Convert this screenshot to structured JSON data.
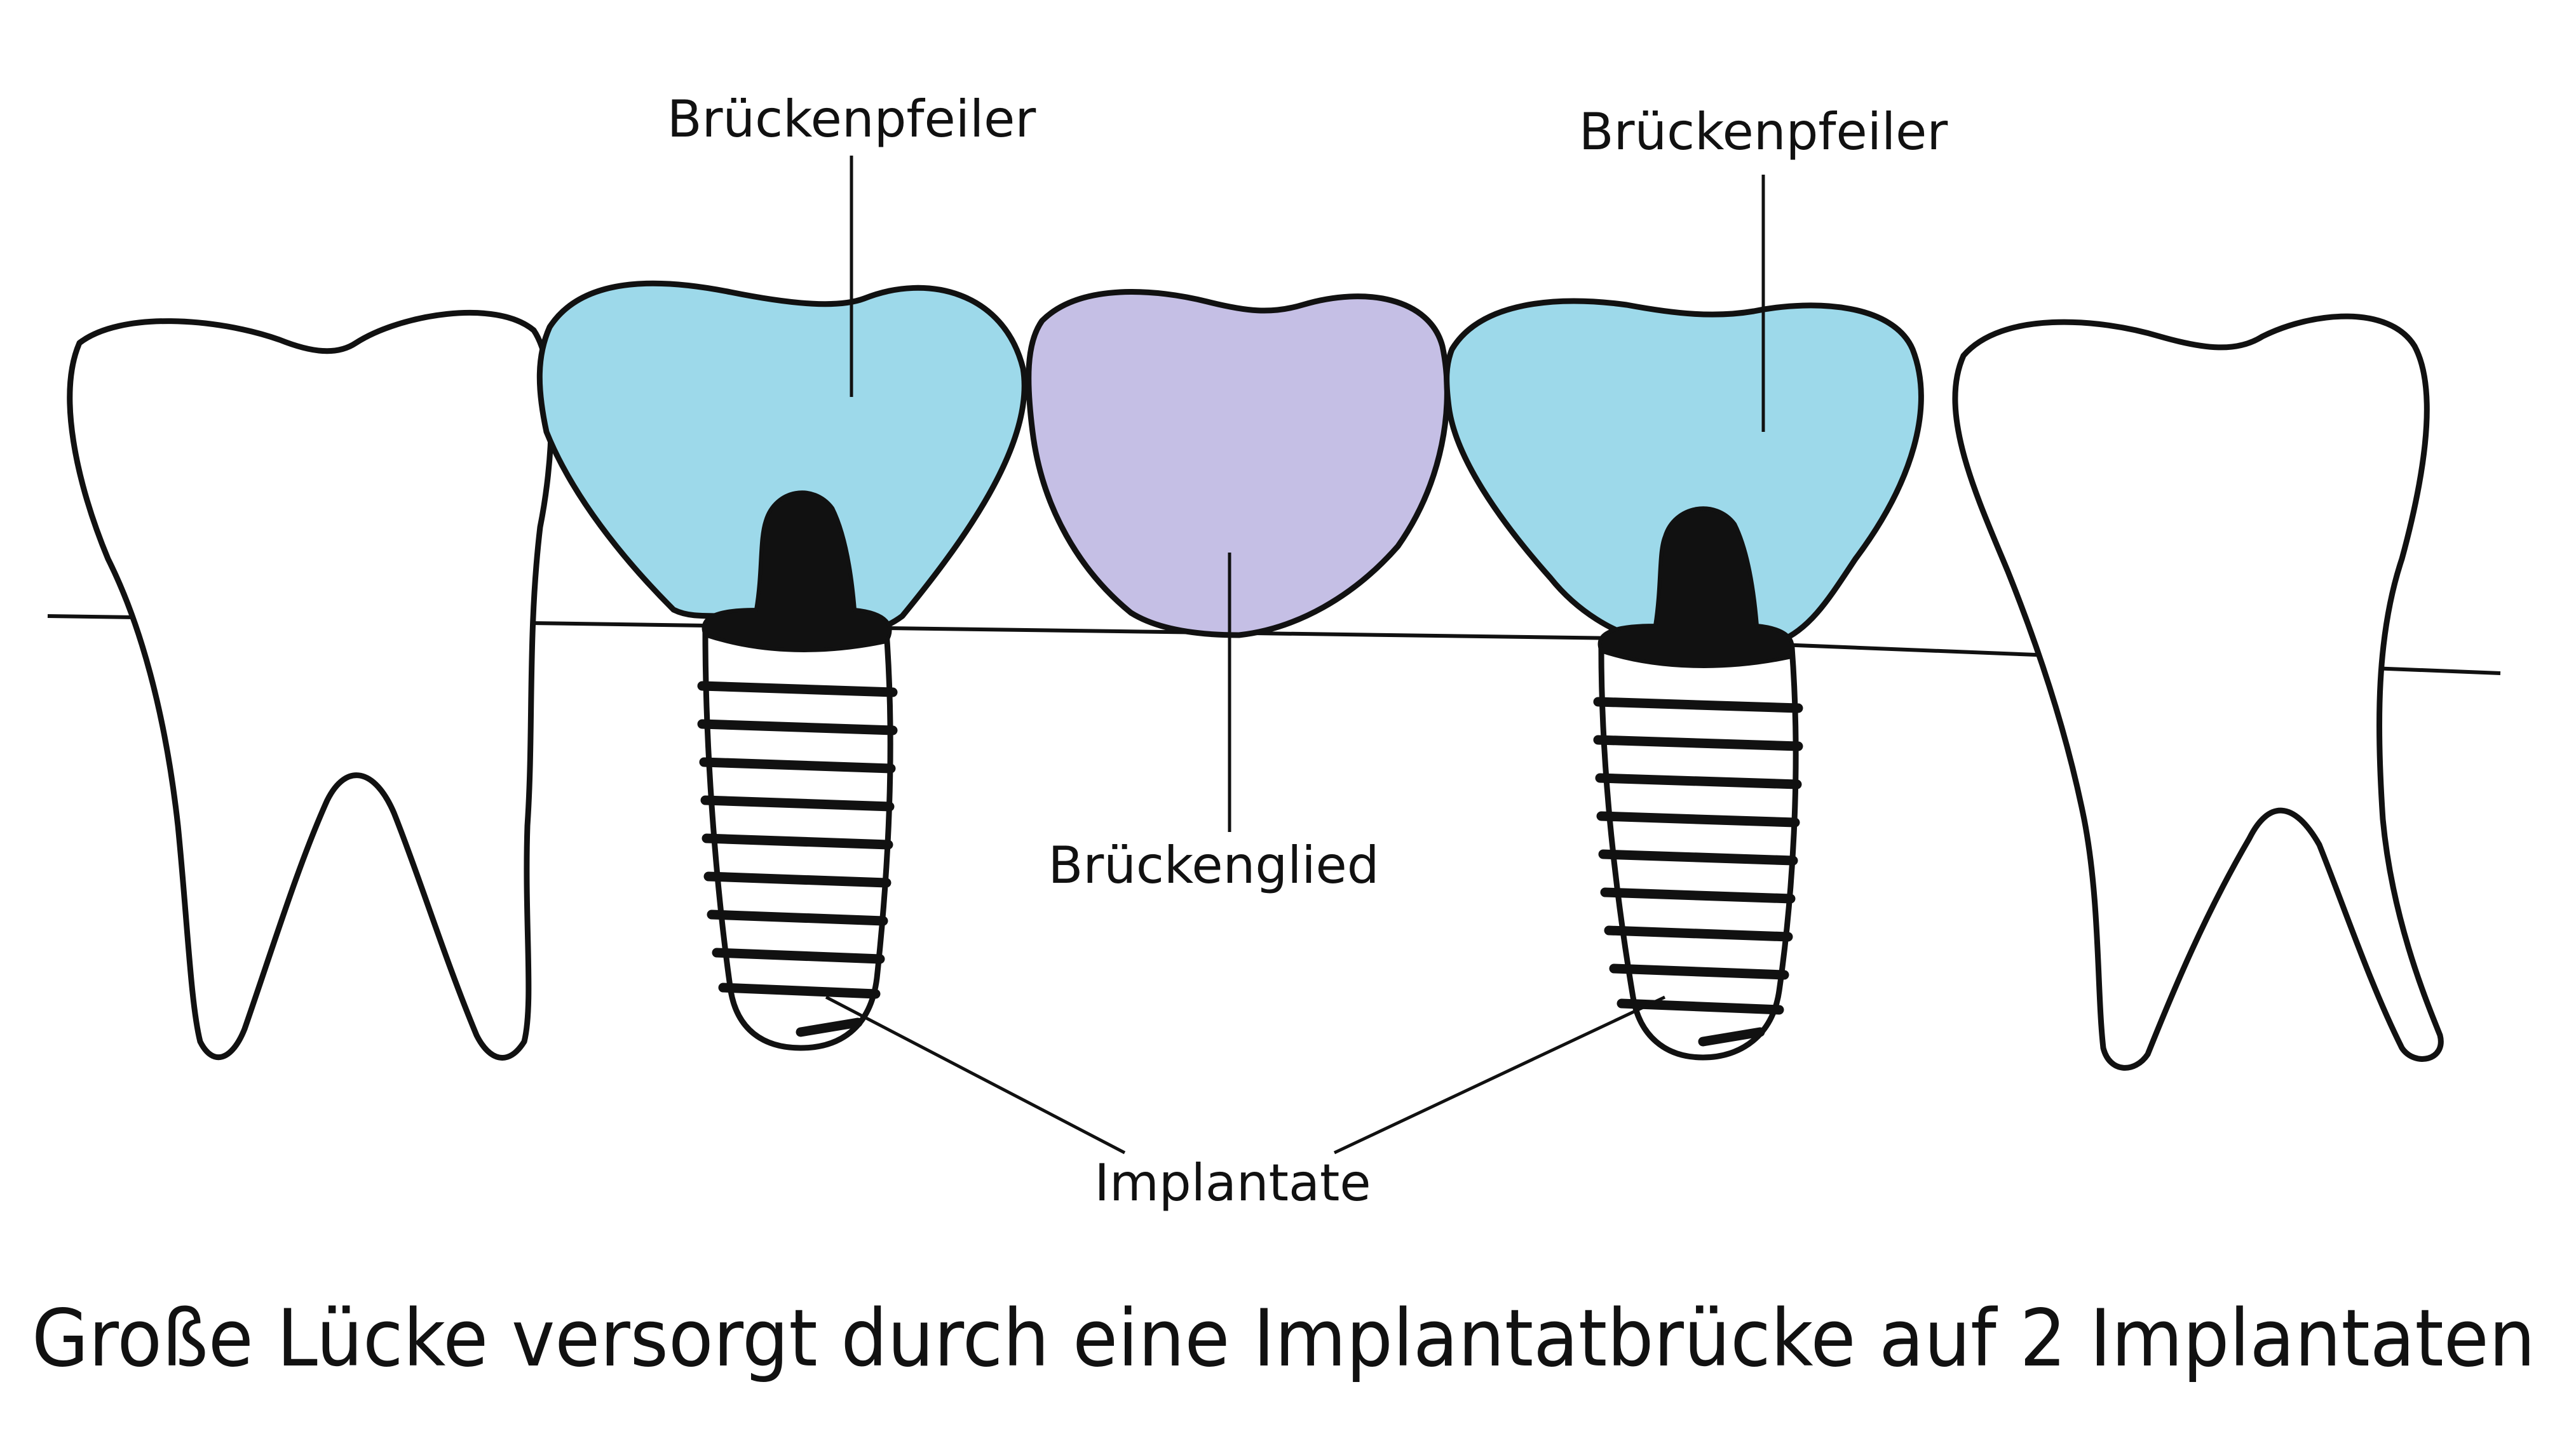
{
  "labels": {
    "abutment_left": "Brückenpfeiler",
    "abutment_right": "Brückenpfeiler",
    "pontic": "Brückenglied",
    "implants": "Implantate"
  },
  "caption": "Große Lücke versorgt durch eine Implantatbrücke auf 2 Implantaten",
  "colors": {
    "abutment_crown": "#9dd9ea",
    "pontic_crown": "#c5bfe5",
    "implant_post": "#111111",
    "outline": "#111111",
    "background": "#ffffff"
  }
}
